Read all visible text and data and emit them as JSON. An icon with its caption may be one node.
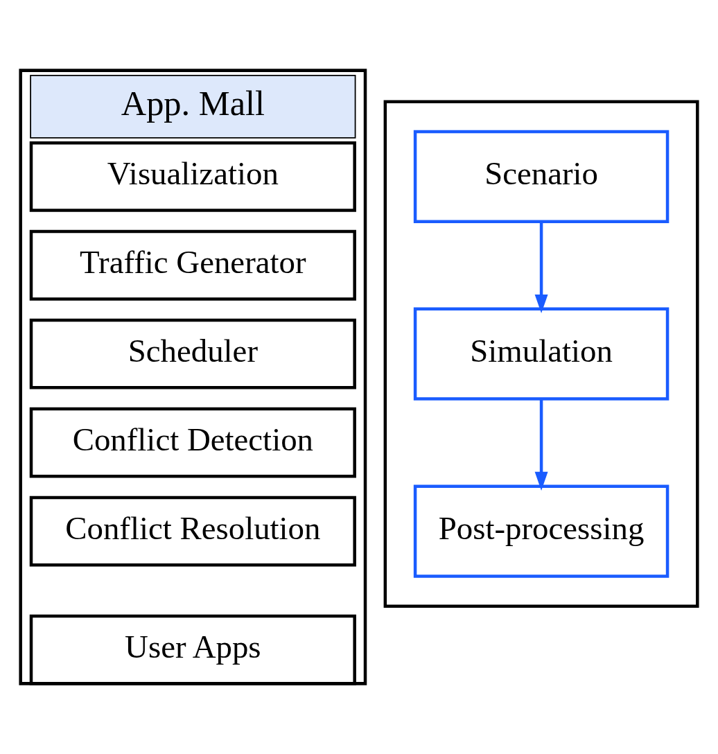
{
  "diagram": {
    "nodes": [
      {
        "text": [
          "App. Mall"
        ]
      },
      {
        "text": [
          "Visualization"
        ],
        "in": 0
      },
      {
        "text": [
          "Traffic Generator"
        ],
        "in": 0
      },
      {
        "text": [
          "Scheduler"
        ],
        "in": 0
      },
      {
        "text": [
          "Conflict Detection"
        ],
        "in": 0
      },
      {
        "text": [
          "Conflict Resolution"
        ],
        "in": 0
      },
      {
        "text": [
          "User Apps"
        ],
        "in": 0
      },
      {
        "text": [],
        "shape": "box"
      },
      {
        "text": [
          "Scenario"
        ],
        "in": 7
      },
      {
        "text": [
          "Simulation"
        ],
        "in": 7
      },
      {
        "text": [
          "Post-processing"
        ],
        "in": 7
      }
    ],
    "edges": [
      {
        "from": 8,
        "to": 9,
        "arrow": "to"
      },
      {
        "from": 9,
        "to": 10,
        "arrow": "to"
      }
    ]
  }
}
